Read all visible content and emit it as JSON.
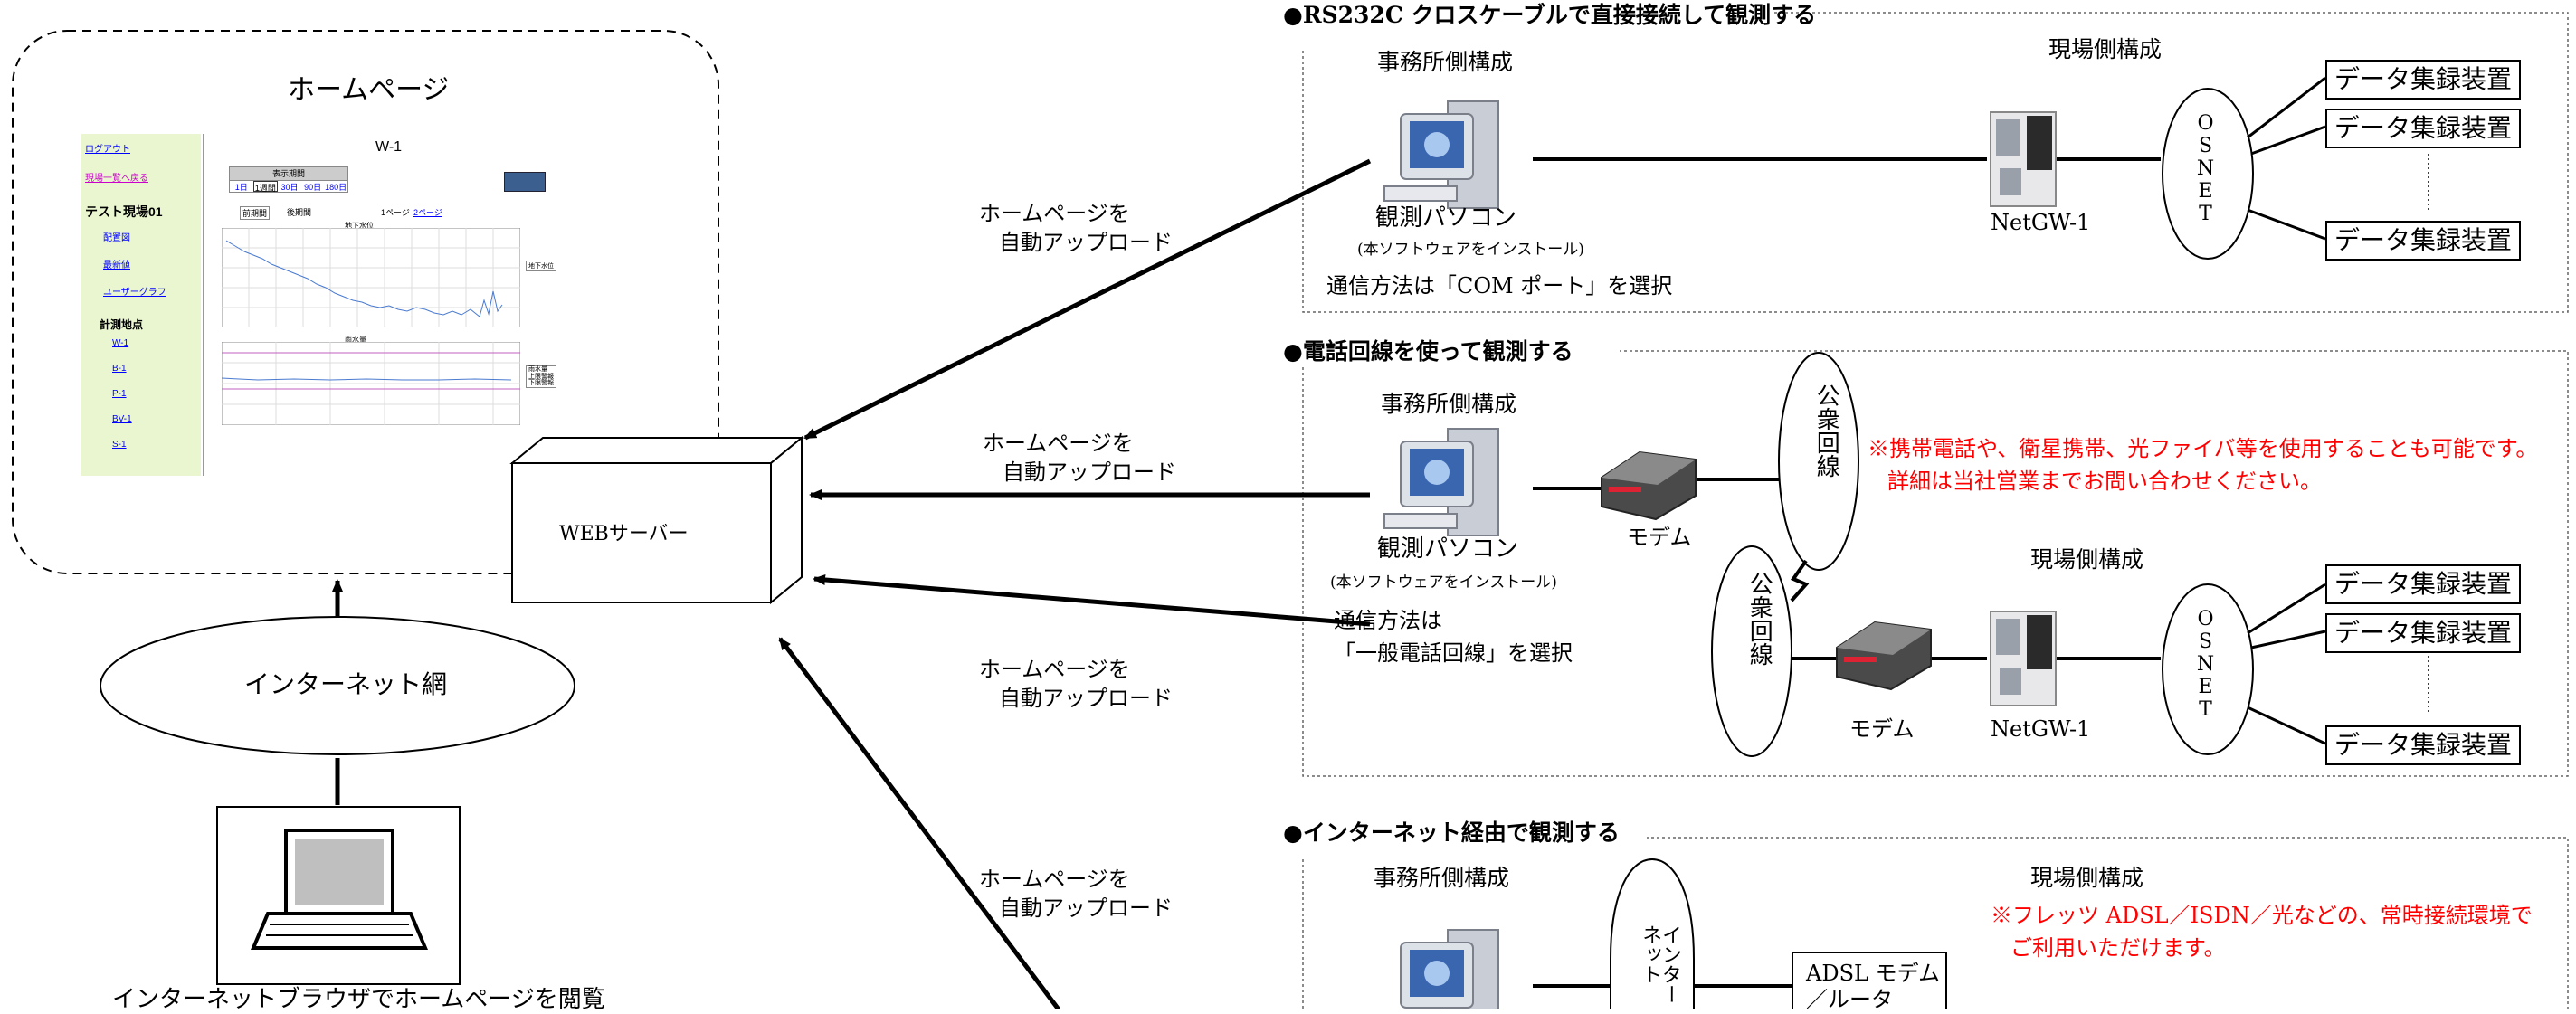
{
  "homepage": {
    "title": "ホームページ",
    "sidebar": {
      "logout": "ログアウト",
      "back_to_list": "現場一覧へ戻る",
      "site_name": "テスト現場01",
      "links": [
        "配置図",
        "最新値",
        "ユーザーグラフ"
      ],
      "points_title": "計測地点",
      "points": [
        "W-1",
        "B-1",
        "P-1",
        "BV-1",
        "S-1"
      ]
    },
    "panel": {
      "title": "W-1",
      "period_label": "表示期間",
      "period_options": [
        "1日",
        "1週間",
        "30日",
        "90日",
        "180日"
      ],
      "tabs": [
        "前期間",
        "後期間"
      ],
      "pager": "1ページ",
      "pager_link": "2ページ",
      "chart1_title": "地下水位",
      "chart1_legend": "地下水位",
      "chart2_title": "雨水量",
      "chart2_legend": [
        "雨水量",
        "上限警報",
        "下限警報"
      ]
    }
  },
  "left": {
    "internet_label": "インターネット網",
    "browser_caption": "インターネットブラウザでホームページを閲覧"
  },
  "server": {
    "label": "WEBサーバー"
  },
  "upload_labels": [
    [
      "ホームページを",
      "自動アップロード"
    ],
    [
      "ホームページを",
      "自動アップロード"
    ],
    [
      "ホームページを",
      "自動アップロード"
    ],
    [
      "ホームページを",
      "自動アップロード"
    ]
  ],
  "section1": {
    "heading": "●RS232C クロスケーブルで直接接続して観測する",
    "office_heading": "事務所側構成",
    "site_heading": "現場側構成",
    "pc_label": "観測パソコン",
    "pc_note": "(本ソフトウェアをインストール)",
    "method": "通信方法は「COM ポート」を選択",
    "gateway": "NetGW-1",
    "osnet": "OSNET",
    "devices": [
      "データ集録装置",
      "データ集録装置",
      "データ集録装置"
    ]
  },
  "section2": {
    "heading": "●電話回線を使って観測する",
    "office_heading": "事務所側構成",
    "site_heading": "現場側構成",
    "pc_label": "観測パソコン",
    "pc_note": "(本ソフトウェアをインストール)",
    "method_line1": "通信方法は",
    "method_line2": "「一般電話回線」を選択",
    "modem_label_office": "モデム",
    "modem_label_site": "モデム",
    "public_line": "公衆回線",
    "note_line1": "※携帯電話や、衛星携帯、光ファイバ等を使用することも可能です。",
    "note_line2": "詳細は当社営業までお問い合わせください。",
    "gateway": "NetGW-1",
    "osnet": "OSNET",
    "devices": [
      "データ集録装置",
      "データ集録装置",
      "データ集録装置"
    ]
  },
  "section3": {
    "heading": "●インターネット経由で観測する",
    "office_heading": "事務所側構成",
    "site_heading": "現場側構成",
    "internet_vertical": "インターネット",
    "note_line1": "※フレッツ ADSL／ISDN／光などの、常時接続環境で",
    "note_line2": "ご利用いただけます。",
    "router_line1": "ADSL モデム",
    "router_line2": "／ルータ"
  },
  "colors": {
    "line": "#000000",
    "note": "#ff0000",
    "screenshot_bg": "#e9f6cf",
    "link": "#0000ff"
  }
}
